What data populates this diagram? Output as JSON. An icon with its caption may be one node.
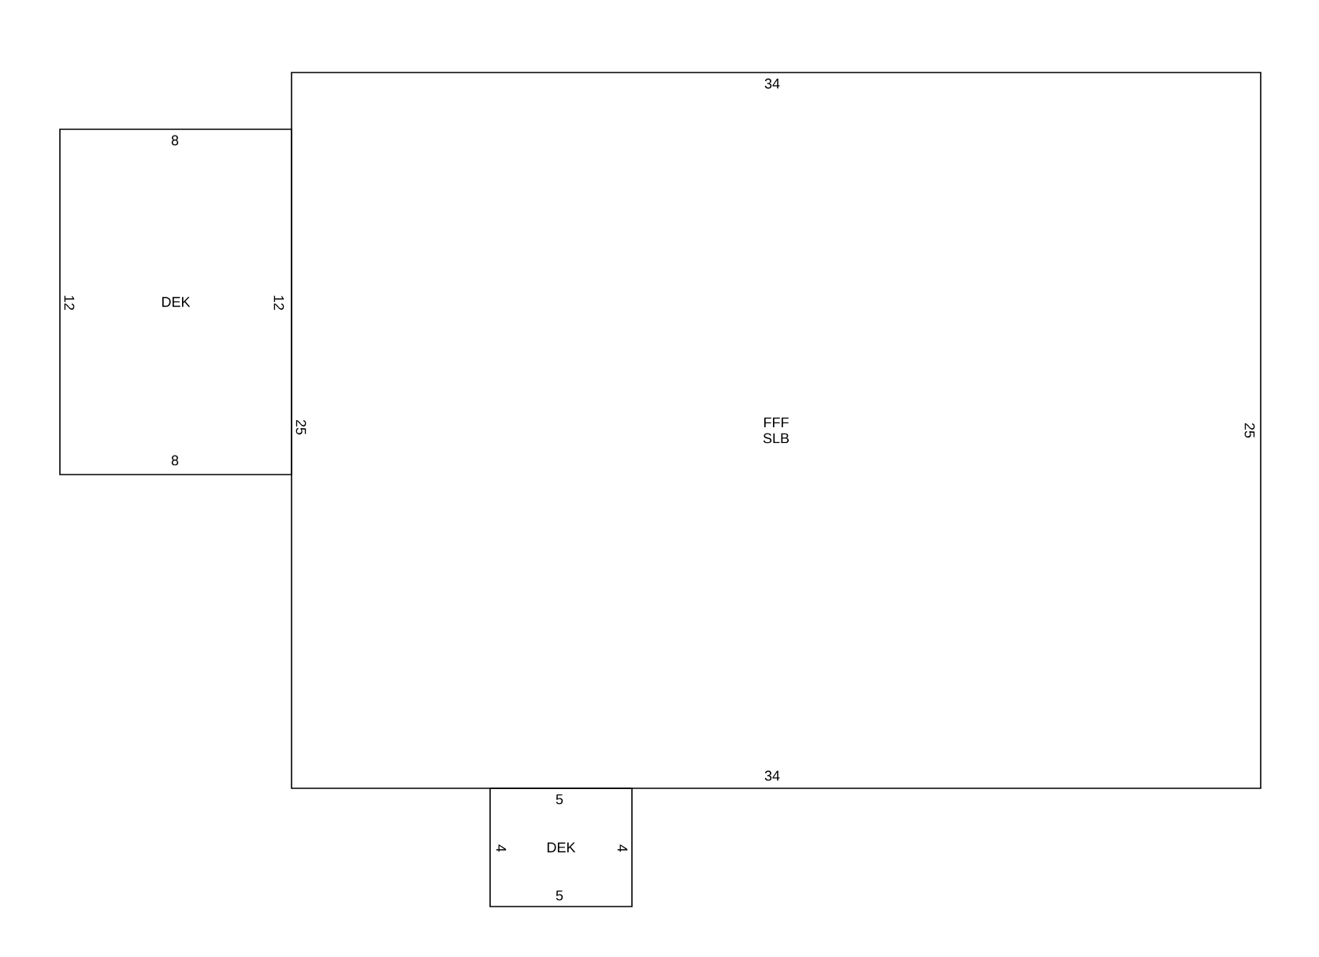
{
  "diagram": {
    "nodes": [
      {
        "text": [
          "FFF SLB"
        ]
      },
      {
        "text": [
          "DEK"
        ]
      },
      {
        "text": [
          "DEK"
        ]
      }
    ],
    "labels": [
      "34",
      "8",
      "12",
      "12",
      "25",
      "25",
      "8",
      "34",
      "5",
      "4",
      "4",
      "5"
    ]
  }
}
